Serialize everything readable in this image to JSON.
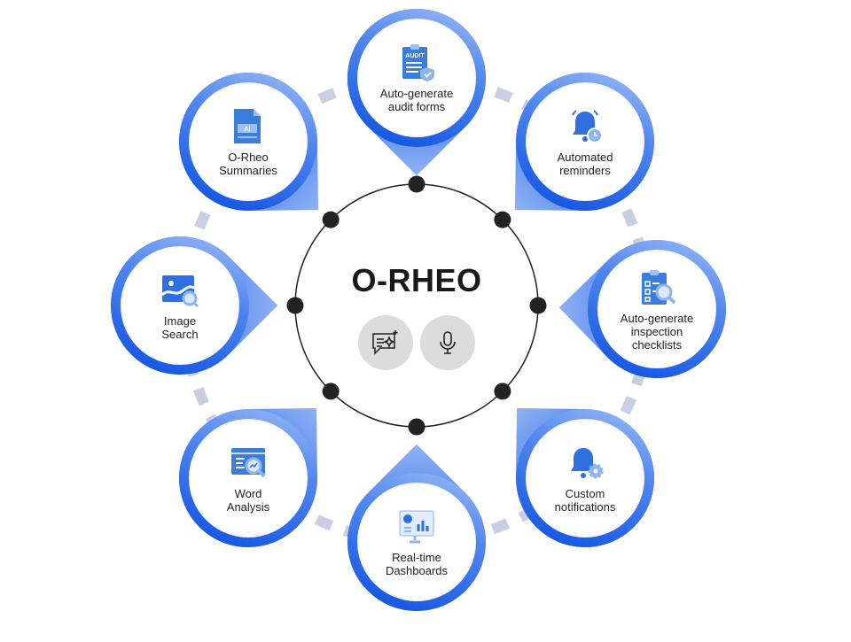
{
  "title": "O-RHEO",
  "center_buttons": [
    {
      "icon": "ai-chat-icon"
    },
    {
      "icon": "microphone-icon"
    }
  ],
  "features": [
    {
      "label_lines": [
        "Auto-generate",
        "audit forms"
      ],
      "icon": "audit-form-icon",
      "icon_text": "AUDIT"
    },
    {
      "label_lines": [
        "Automated",
        "reminders"
      ],
      "icon": "bell-clock-icon"
    },
    {
      "label_lines": [
        "Auto-generate",
        "inspection",
        "checklists"
      ],
      "icon": "checklist-search-icon"
    },
    {
      "label_lines": [
        "Custom",
        "notifications"
      ],
      "icon": "bell-gear-icon"
    },
    {
      "label_lines": [
        "Real-time",
        "Dashboards"
      ],
      "icon": "dashboard-icon"
    },
    {
      "label_lines": [
        "Word",
        "Analysis"
      ],
      "icon": "word-analysis-icon"
    },
    {
      "label_lines": [
        "Image",
        "Search"
      ],
      "icon": "image-search-icon"
    },
    {
      "label_lines": [
        "O-Rheo",
        "Summaries"
      ],
      "icon": "ai-document-icon",
      "icon_text": "AI"
    }
  ],
  "colors": {
    "accent": "#0a4ee0",
    "accent_light": "#8fb2f3",
    "connector": "#c9cee3",
    "dot": "#222222"
  }
}
